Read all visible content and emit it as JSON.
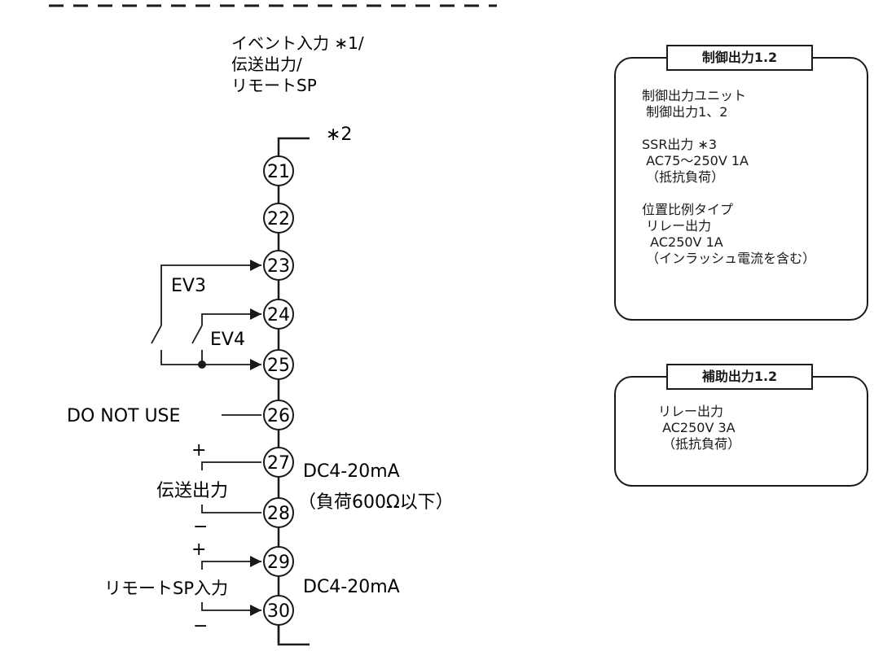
{
  "event_header": [
    "イベント入力 ∗1/",
    "伝送出力/",
    "リモートSP"
  ],
  "note_star2": "∗2",
  "terminals": [
    "21",
    "22",
    "23",
    "24",
    "25",
    "26",
    "27",
    "28",
    "29",
    "30"
  ],
  "labels": {
    "ev3": "EV3",
    "ev4": "EV4",
    "do_not_use": "DO NOT USE",
    "plus_transmission": "+",
    "minus_transmission": "−",
    "transmission_output": "伝送出力",
    "dc_transmission": "DC4-20mA",
    "load_note": "（負荷600Ω以下）",
    "plus_remote": "+",
    "minus_remote": "−",
    "remote_sp_input": "リモートSP入力",
    "dc_remote": "DC4-20mA"
  },
  "control_output_box": {
    "title": "制御出力1.2",
    "lines": [
      "制御出力ユニット",
      " 制御出力1、2",
      "",
      "SSR出力 ∗3",
      " AC75〜250V 1A",
      " （抵抗負荷）",
      "",
      "位置比例タイプ",
      " リレー出力",
      "  AC250V 1A",
      " （インラッシュ電流を含む）"
    ]
  },
  "aux_output_box": {
    "title": "補助出力1.2",
    "lines": [
      "リレー出力",
      " AC250V 3A",
      " （抵抗負荷）"
    ]
  }
}
